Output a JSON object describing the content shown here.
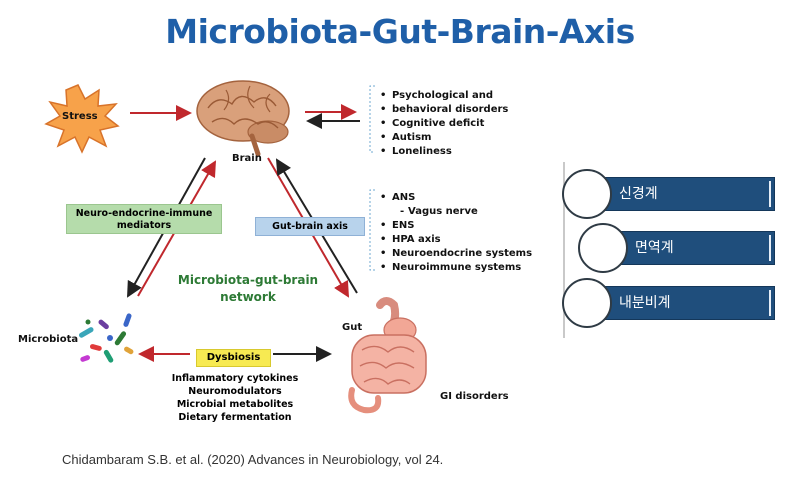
{
  "title": "Microbiota-Gut-Brain-Axis",
  "diagram": {
    "nodes": {
      "stress": "Stress",
      "brain": "Brain",
      "microbiota": "Microbiota",
      "gut": "Gut"
    },
    "brain_effects": [
      "Psychological and",
      "behavioral disorders",
      "Cognitive deficit",
      "Autism",
      "Loneliness"
    ],
    "axis_components": [
      {
        "text": "ANS",
        "sub": false
      },
      {
        "text": "Vagus nerve",
        "sub": true
      },
      {
        "text": "ENS",
        "sub": false
      },
      {
        "text": "HPA axis",
        "sub": false
      },
      {
        "text": "Neuroendocrine systems",
        "sub": false
      },
      {
        "text": "Neuroimmune systems",
        "sub": false
      }
    ],
    "mediators_label_line1": "Neuro-endocrine-immune",
    "mediators_label_line2": "mediators",
    "gut_brain_axis_label": "Gut-brain axis",
    "network_label_line1": "Microbiota-gut-brain",
    "network_label_line2": "network",
    "dysbiosis_label": "Dysbiosis",
    "dysbiosis_factors": [
      "Inflammatory cytokines",
      "Neuromodulators",
      "Microbial metabolites",
      "Dietary fermentation"
    ],
    "gi_label": "GI disorders"
  },
  "citation": "Chidambaram S.B. et al. (2020) Advances in Neurobiology, vol 24.",
  "korean_list": [
    "신경계",
    "면역계",
    "내분비계"
  ],
  "colors": {
    "title": "#1f5fa8",
    "bar": "#1f4e7c",
    "arrow_red": "#c0282d",
    "arrow_black": "#222222",
    "stress_fill": "#f7a24a"
  }
}
